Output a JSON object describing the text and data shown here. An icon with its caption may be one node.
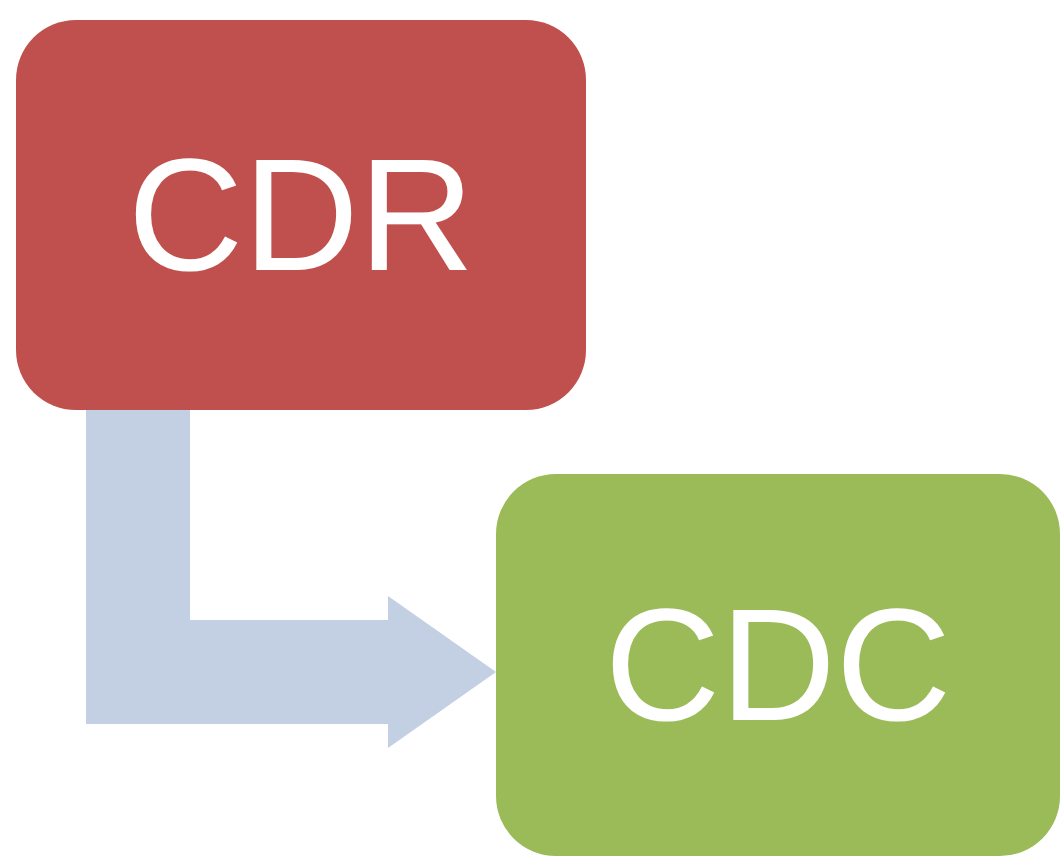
{
  "diagram": {
    "nodes": [
      {
        "text": [
          "CDR"
        ]
      },
      {
        "text": [
          "CDC"
        ]
      }
    ],
    "edges": [
      {
        "from": 0,
        "to": 1,
        "arrow": "to"
      }
    ]
  }
}
